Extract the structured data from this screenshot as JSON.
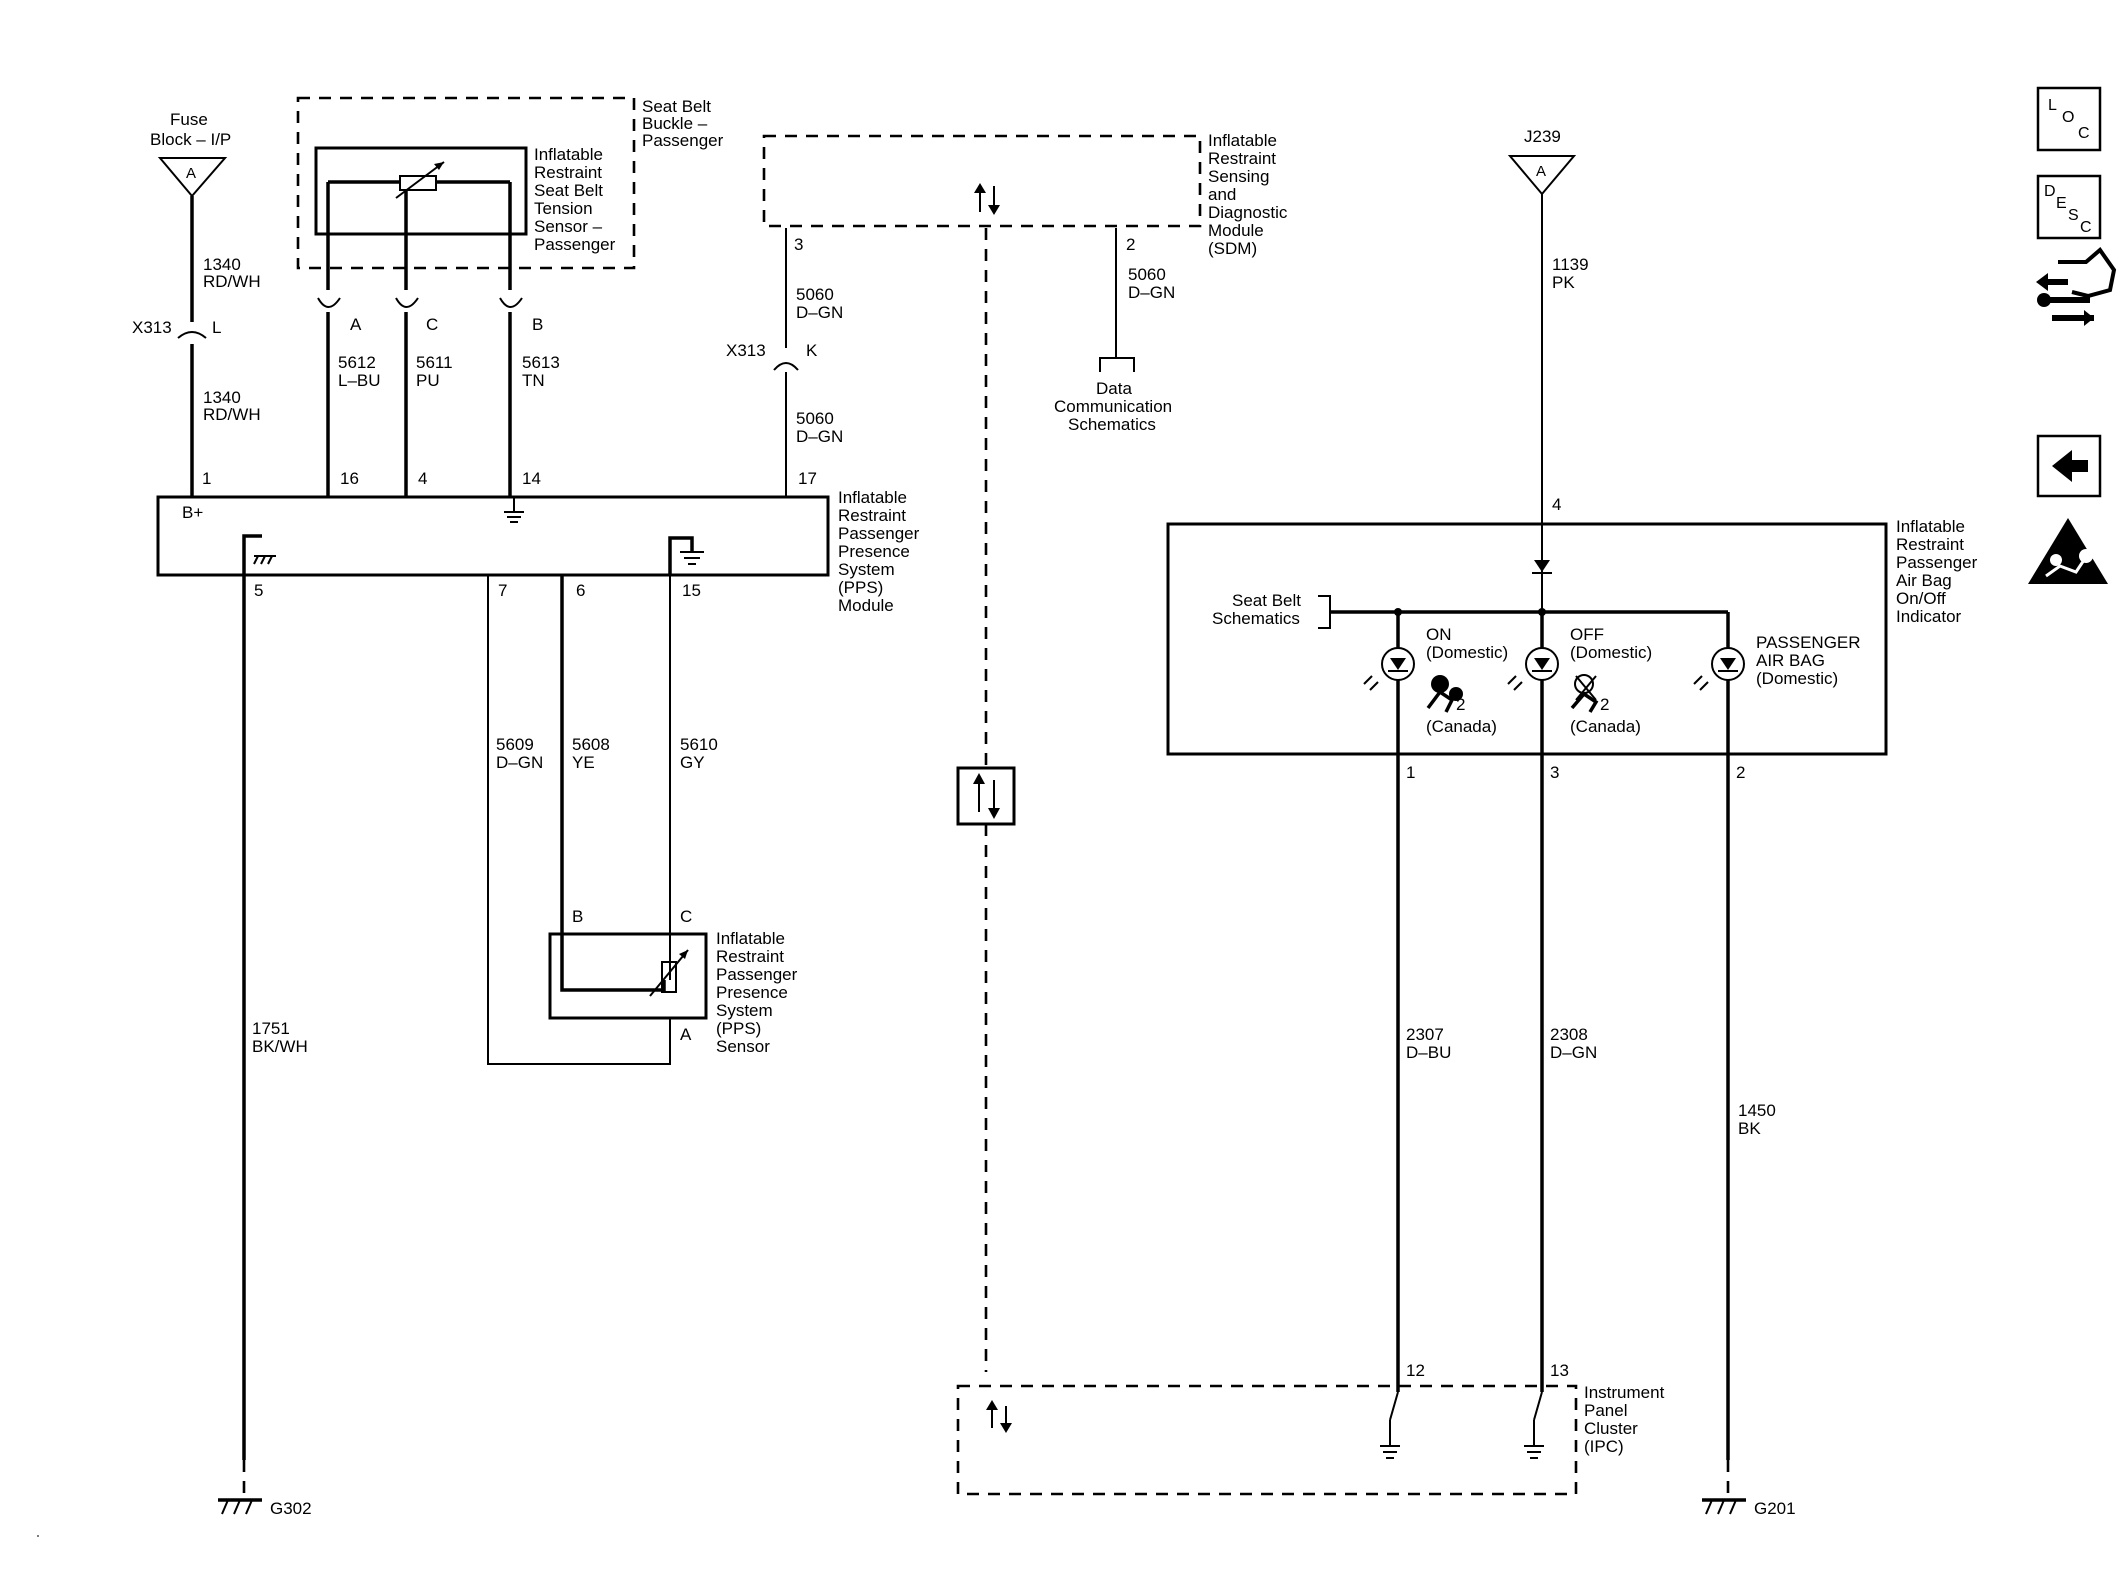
{
  "fuse_block": {
    "label_1": "Fuse",
    "label_2": "Block – I/P",
    "terminal": "A"
  },
  "j239": {
    "label": "J239",
    "terminal": "A"
  },
  "wires": {
    "w1340_top": {
      "circuit": "1340",
      "color": "RD/WH"
    },
    "w1340_bottom": {
      "circuit": "1340",
      "color": "RD/WH"
    },
    "w5612": {
      "circuit": "5612",
      "color": "L–BU"
    },
    "w5611": {
      "circuit": "5611",
      "color": "PU"
    },
    "w5613": {
      "circuit": "5613",
      "color": "TN"
    },
    "w5060_top": {
      "circuit": "5060",
      "color": "D–GN"
    },
    "w5060_mid": {
      "circuit": "5060",
      "color": "D–GN"
    },
    "w5060_sdm": {
      "circuit": "5060",
      "color": "D–GN"
    },
    "w1139": {
      "circuit": "1139",
      "color": "PK"
    },
    "w5609": {
      "circuit": "5609",
      "color": "D–GN"
    },
    "w5608": {
      "circuit": "5608",
      "color": "YE"
    },
    "w5610": {
      "circuit": "5610",
      "color": "GY"
    },
    "w1751": {
      "circuit": "1751",
      "color": "BK/WH"
    },
    "w2307": {
      "circuit": "2307",
      "color": "D–BU"
    },
    "w2308": {
      "circuit": "2308",
      "color": "D–GN"
    },
    "w1450": {
      "circuit": "1450",
      "color": "BK"
    }
  },
  "connectors": {
    "x313_left": {
      "name": "X313",
      "pin": "L"
    },
    "x313_right": {
      "name": "X313",
      "pin": "K"
    }
  },
  "seat_belt_buckle": {
    "lines": [
      "Seat Belt",
      "Buckle –",
      "Passenger"
    ]
  },
  "tension_sensor": {
    "lines": [
      "Inflatable",
      "Restraint",
      "Seat Belt",
      "Tension",
      "Sensor –",
      "Passenger"
    ],
    "pins": [
      "A",
      "C",
      "B"
    ]
  },
  "sdm": {
    "lines": [
      "Inflatable",
      "Restraint",
      "Sensing",
      "and",
      "Diagnostic",
      "Module",
      "(SDM)"
    ],
    "pin_left": "3",
    "pin_right": "2"
  },
  "data_comm": {
    "lines": [
      "Data",
      "Communication",
      "Schematics"
    ]
  },
  "pps_module": {
    "lines": [
      "Inflatable",
      "Restraint",
      "Passenger",
      "Presence",
      "System",
      "(PPS)",
      "Module"
    ],
    "b_plus": "B+",
    "top_pins": [
      "1",
      "16",
      "4",
      "14",
      "17"
    ],
    "bottom_pins": [
      "5",
      "7",
      "6",
      "15"
    ]
  },
  "pps_sensor": {
    "lines": [
      "Inflatable",
      "Restraint",
      "Passenger",
      "Presence",
      "System",
      "(PPS)",
      "Sensor"
    ],
    "pins": [
      "B",
      "C",
      "A"
    ]
  },
  "indicator": {
    "lines": [
      "Inflatable",
      "Restraint",
      "Passenger",
      "Air Bag",
      "On/Off",
      "Indicator"
    ],
    "pin_top": "4",
    "pins_bottom": [
      "1",
      "3",
      "2"
    ],
    "seat_belt_ref": [
      "Seat Belt",
      "Schematics"
    ],
    "on_label": [
      "ON",
      "(Domestic)"
    ],
    "off_label": [
      "OFF",
      "(Domestic)"
    ],
    "canada": "(Canada)",
    "passenger_label": [
      "PASSENGER",
      "AIR BAG",
      "(Domestic)"
    ],
    "symbol_number": "2"
  },
  "ipc": {
    "lines": [
      "Instrument",
      "Panel",
      "Cluster",
      "(IPC)"
    ],
    "pins": [
      "12",
      "13"
    ]
  },
  "grounds": {
    "left": "G302",
    "right": "G201"
  },
  "side_icons": [
    {
      "name": "loc-icon",
      "chars": [
        "L",
        "O",
        "C"
      ]
    },
    {
      "name": "desc-icon",
      "chars": [
        "D",
        "E",
        "S",
        "C"
      ]
    },
    {
      "name": "connector-tools-icon"
    },
    {
      "name": "back-arrow-icon"
    },
    {
      "name": "airbag-warning-icon"
    }
  ]
}
